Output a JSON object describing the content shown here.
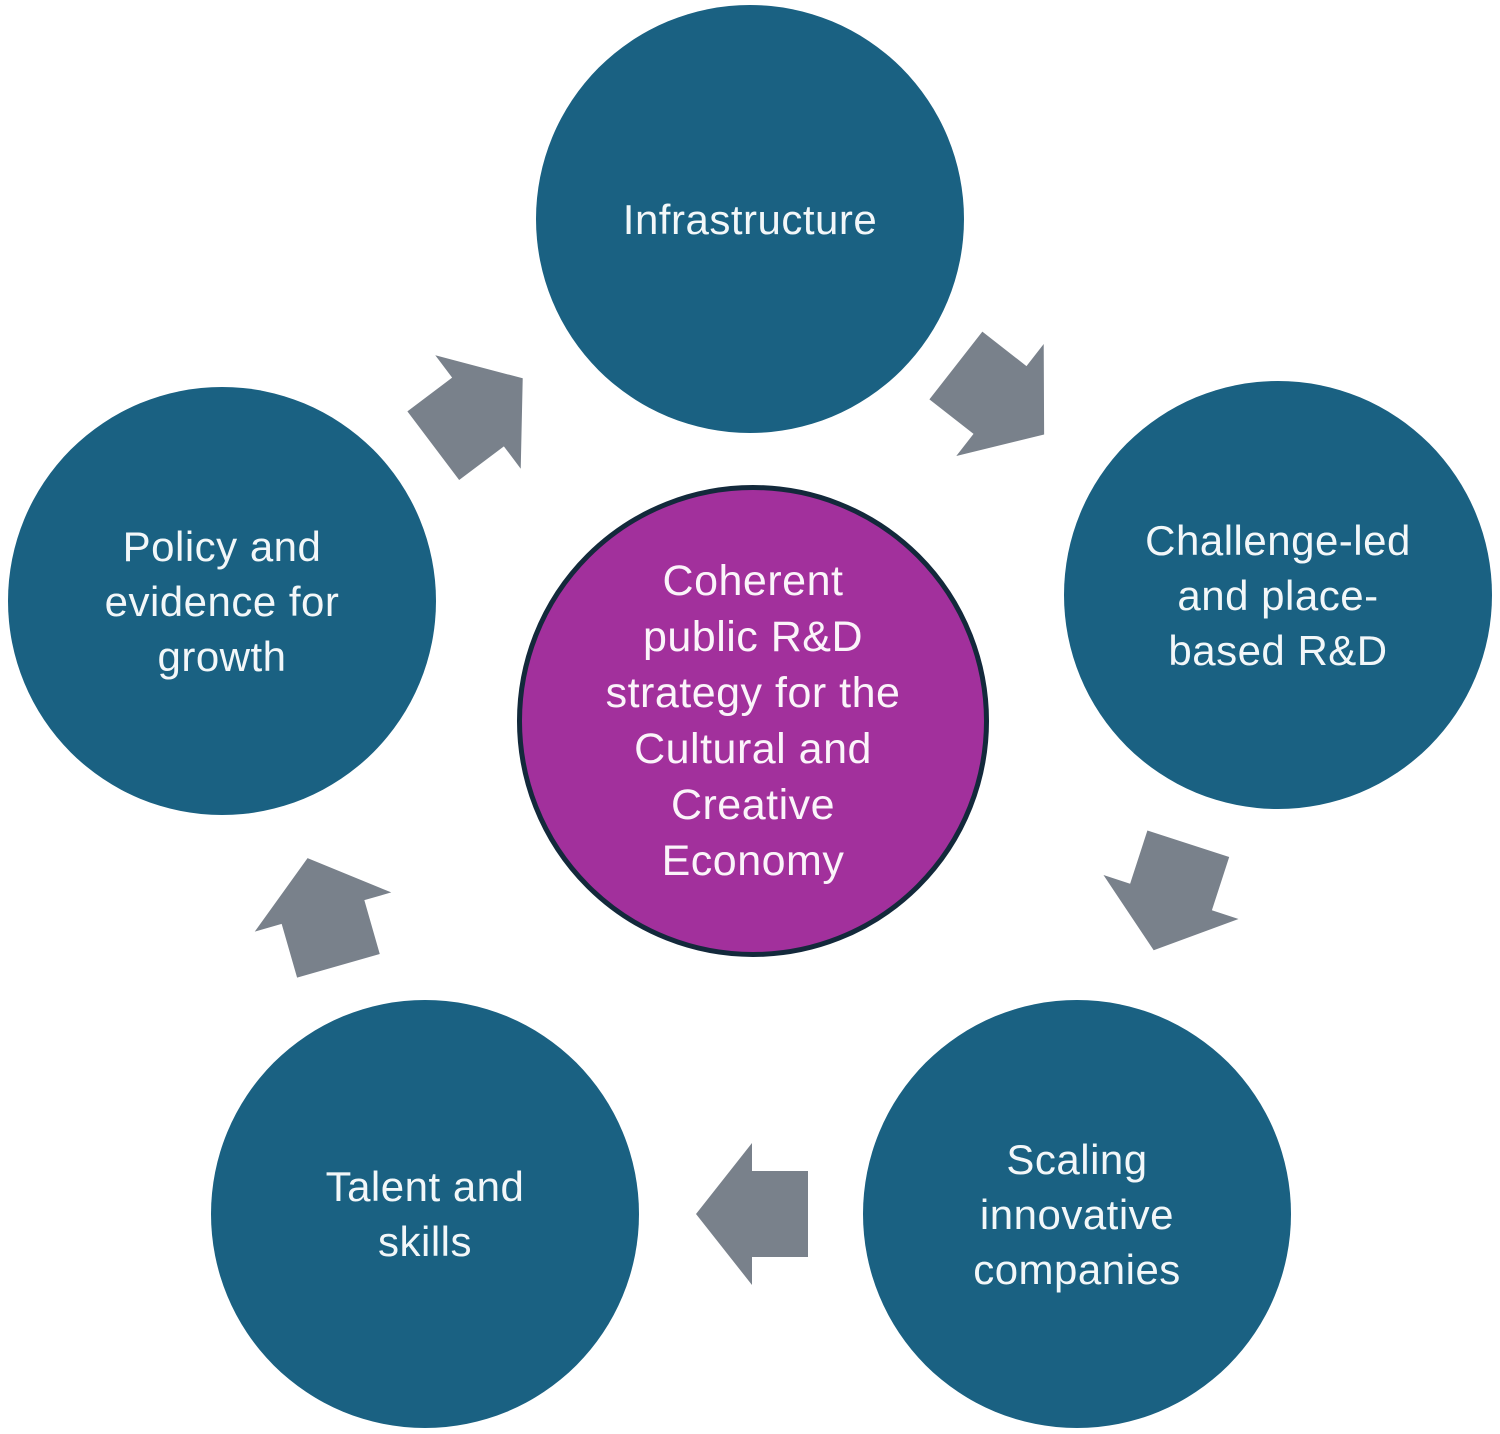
{
  "diagram": {
    "title": "Coherent public R&D strategy cycle diagram",
    "center": {
      "label": "Coherent public R&D strategy for the Cultural and Creative Economy",
      "lines": "Coherent\npublic R&D\nstrategy for the\nCultural and\nCreative\nEconomy"
    },
    "nodes": [
      {
        "id": "infrastructure",
        "label": "Infrastructure",
        "lines": "Infrastructure"
      },
      {
        "id": "challenge-led-place-based-rd",
        "label": "Challenge-led and place-based R&D",
        "lines": "Challenge-led\nand place-\nbased R&D"
      },
      {
        "id": "scaling-innovative-companies",
        "label": "Scaling innovative companies",
        "lines": "Scaling\ninnovative\ncompanies"
      },
      {
        "id": "talent-and-skills",
        "label": "Talent and skills",
        "lines": "Talent and\nskills"
      },
      {
        "id": "policy-and-evidence-for-growth",
        "label": "Policy and evidence for growth",
        "lines": "Policy and\nevidence for\ngrowth"
      }
    ],
    "arrows": [
      {
        "from": "policy-and-evidence-for-growth",
        "to": "infrastructure"
      },
      {
        "from": "infrastructure",
        "to": "challenge-led-place-based-rd"
      },
      {
        "from": "challenge-led-place-based-rd",
        "to": "scaling-innovative-companies"
      },
      {
        "from": "scaling-innovative-companies",
        "to": "talent-and-skills"
      },
      {
        "from": "talent-and-skills",
        "to": "policy-and-evidence-for-growth"
      }
    ],
    "colors": {
      "background": "#FFFFFF",
      "node_fill": "#1A6182",
      "node_text": "#F2F7F9",
      "hub_fill": "#A2309C",
      "hub_border": "#13293B",
      "hub_text": "#FBF4FA",
      "arrow": "#79818B"
    }
  }
}
